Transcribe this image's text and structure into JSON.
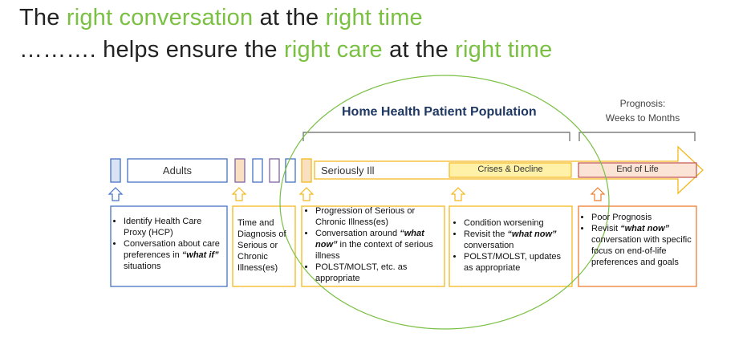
{
  "title": {
    "line1": [
      {
        "text": "The ",
        "accent": false
      },
      {
        "text": "right conversation",
        "accent": true
      },
      {
        "text": " at the ",
        "accent": false
      },
      {
        "text": "right time",
        "accent": true
      }
    ],
    "line2": [
      {
        "text": "………. helps ensure the ",
        "accent": false
      },
      {
        "text": "right care",
        "accent": true
      },
      {
        "text": " at the ",
        "accent": false
      },
      {
        "text": "right time",
        "accent": true
      }
    ]
  },
  "diagram": {
    "population_label": "Home Health Patient Population",
    "prognosis_line1": "Prognosis:",
    "prognosis_line2": "Weeks to Months",
    "adults_label": "Adults",
    "seriously_ill_label": "Seriously Ill",
    "crises_label": "Crises & Decline",
    "end_of_life_label": "End of Life",
    "adults_bullets": [
      [
        {
          "t": "Identify Health Care Proxy (HCP)",
          "em": false
        }
      ],
      [
        {
          "t": "Conversation about care preferences in ",
          "em": false
        },
        {
          "t": "“what if”",
          "em": true
        },
        {
          "t": " situations",
          "em": false
        }
      ]
    ],
    "diagnosis_text": "Time and Diagnosis of Serious or Chronic Illness(es)",
    "seriously_ill_bullets": [
      [
        {
          "t": "Progression of Serious or Chronic Illness(es)",
          "em": false
        }
      ],
      [
        {
          "t": "Conversation around ",
          "em": false
        },
        {
          "t": "“what now”",
          "em": true
        },
        {
          "t": " in the context of serious illness",
          "em": false
        }
      ],
      [
        {
          "t": "POLST/MOLST, etc. as appropriate",
          "em": false
        }
      ]
    ],
    "crises_bullets": [
      [
        {
          "t": "Condition worsening",
          "em": false
        }
      ],
      [
        {
          "t": "Revisit the ",
          "em": false
        },
        {
          "t": "“what now”",
          "em": true
        },
        {
          "t": " conversation",
          "em": false
        }
      ],
      [
        {
          "t": "POLST/MOLST, updates as appropriate",
          "em": false
        }
      ]
    ],
    "end_of_life_bullets": [
      [
        {
          "t": "Poor Prognosis",
          "em": false
        }
      ],
      [
        {
          "t": "Revisit ",
          "em": false
        },
        {
          "t": "“what now”",
          "em": true
        },
        {
          "t": " conversation  with specific focus on end-of-life preferences and goals",
          "em": false
        }
      ]
    ]
  },
  "colors": {
    "accent_green": "#7ac043",
    "blue": "#4472c4",
    "purple": "#8064a2",
    "yellow": "#f4b81c",
    "yellow_fill": "#fff2a8",
    "orange": "#ed7d31",
    "orange_fill": "#fbe4d5",
    "light_blue_fill": "#dae3f3",
    "peach_fill": "#f8e0c0",
    "navy": "#1f3864"
  }
}
